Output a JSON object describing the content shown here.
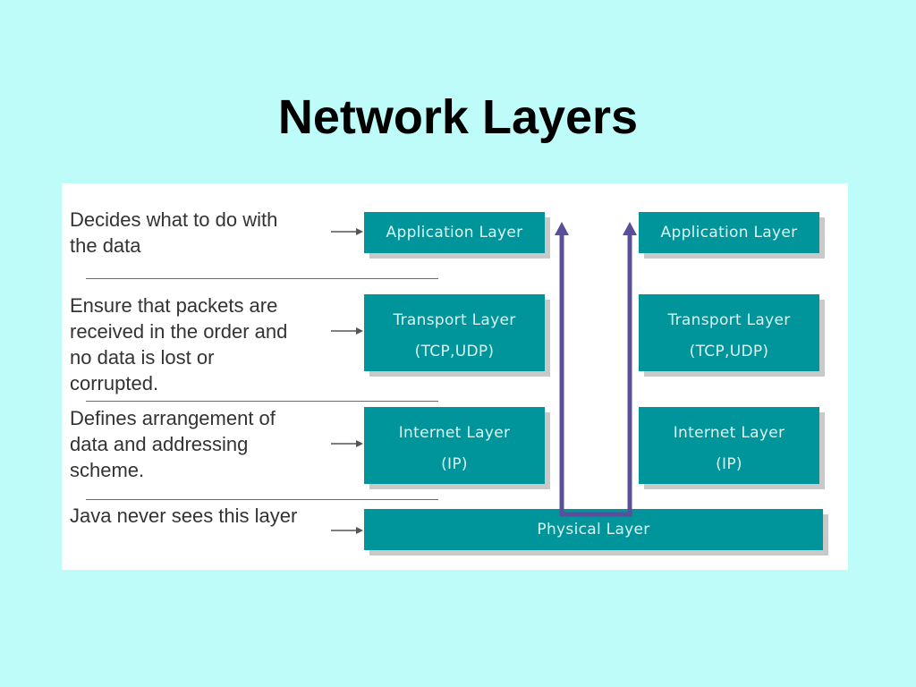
{
  "title": "Network Layers",
  "descriptions": [
    "Decides what to do with\nthe data",
    "Ensure that packets are\nreceived in the order and\nno data is lost or\ncorrupted.",
    "Defines arrangement of\ndata and addressing\nscheme.",
    "Java never sees this layer"
  ],
  "left_stack": {
    "application": "Application Layer",
    "transport": "Transport Layer",
    "transport_sub": "(TCP,UDP)",
    "internet": "Internet Layer",
    "internet_sub": "(IP)"
  },
  "right_stack": {
    "application": "Application Layer",
    "transport": "Transport Layer",
    "transport_sub": "(TCP,UDP)",
    "internet": "Internet Layer",
    "internet_sub": "(IP)"
  },
  "physical": "Physical Layer",
  "colors": {
    "background": "#bdfcf8",
    "box": "#00959a",
    "box_text": "#d9f4f2",
    "flow_arrow": "#5a4f99"
  }
}
